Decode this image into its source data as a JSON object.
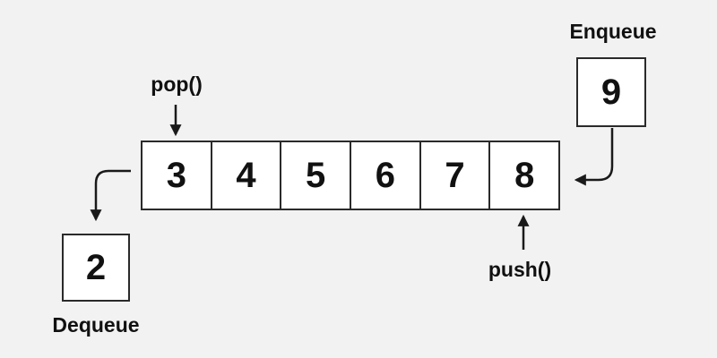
{
  "diagram": {
    "type": "queue-data-structure",
    "queue": {
      "cells": [
        "3",
        "4",
        "5",
        "6",
        "7",
        "8"
      ]
    },
    "enqueue": {
      "label": "Enqueue",
      "value": "9"
    },
    "dequeue": {
      "label": "Dequeue",
      "value": "2"
    },
    "operations": {
      "pop_label": "pop()",
      "push_label": "push()"
    },
    "colors": {
      "background": "#f2f2f2",
      "box_fill": "#ffffff",
      "border": "#2a2a2a",
      "text": "#111111",
      "arrow": "#1a1a1a"
    }
  }
}
